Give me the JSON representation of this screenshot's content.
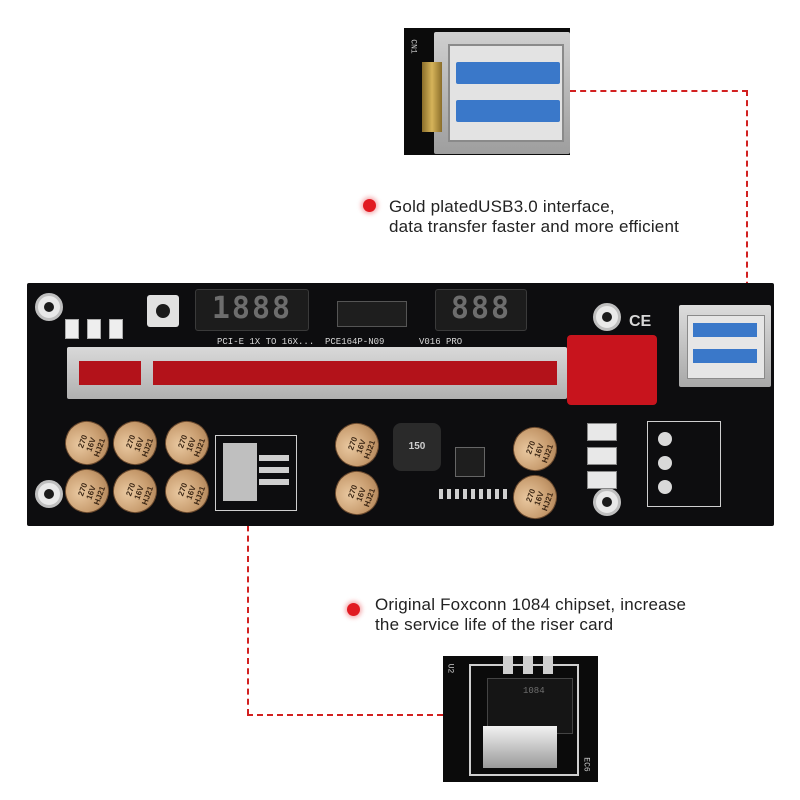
{
  "callouts": {
    "usb": {
      "line1": "Gold platedUSB3.0 interface,",
      "line2": "data transfer faster and more efficient"
    },
    "chip": {
      "line1": "Original Foxconn 1084 chipset, increase",
      "line2": "the service life of the riser card"
    }
  },
  "board": {
    "silk_pcie": "PCI-E 1X TO 16X...",
    "silk_model": "PCE164P-N09",
    "silk_version": "V016  PRO",
    "display_left": "1888",
    "display_right": "888",
    "inductor": "150",
    "capacitor_label": [
      "270",
      "16V",
      "HJ21"
    ],
    "cn1": "CN1",
    "ce_mark": "CE"
  },
  "insets": {
    "usb_label": "CN1",
    "chip_label": "U2",
    "chip_mark": "1084",
    "ec_label": "EC6"
  },
  "colors": {
    "accent_dot": "#e11b22",
    "leader_line": "#d22020",
    "pcb": "#0d0d0f",
    "slot_red": "#b3121a",
    "usb_blue": "#3a78c9"
  }
}
